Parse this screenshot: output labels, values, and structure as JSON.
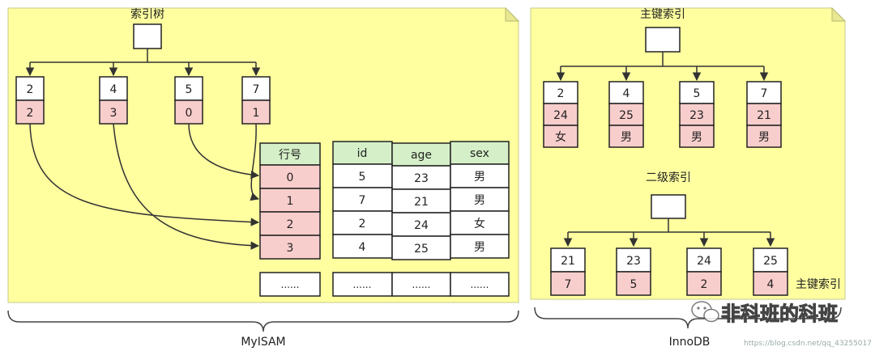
{
  "colors": {
    "note_fill": "#ffffa0",
    "note_stroke": "#b9b970",
    "pink": "#f8cecc",
    "green": "#d5f0c8",
    "line": "#333333",
    "brace": "#444444"
  },
  "myisam": {
    "tree_label": "索引树",
    "leaves": [
      {
        "key": "2",
        "row": "2"
      },
      {
        "key": "4",
        "row": "3"
      },
      {
        "key": "5",
        "row": "0"
      },
      {
        "key": "7",
        "row": "1"
      }
    ],
    "rownum_header": "行号",
    "rownums": [
      "0",
      "1",
      "2",
      "3"
    ],
    "data_headers": [
      "id",
      "age",
      "sex"
    ],
    "data_rows": [
      [
        "5",
        "23",
        "男"
      ],
      [
        "7",
        "21",
        "男"
      ],
      [
        "2",
        "24",
        "女"
      ],
      [
        "4",
        "25",
        "男"
      ]
    ],
    "ellipsis": "......",
    "label": "MyISAM"
  },
  "innodb": {
    "primary_label": "主键索引",
    "primary_leaves": [
      {
        "key": "2",
        "age": "24",
        "sex": "女"
      },
      {
        "key": "4",
        "age": "25",
        "sex": "男"
      },
      {
        "key": "5",
        "age": "23",
        "sex": "男"
      },
      {
        "key": "7",
        "age": "21",
        "sex": "男"
      }
    ],
    "secondary_label": "二级索引",
    "secondary_leaves": [
      {
        "key": "21",
        "pk": "7"
      },
      {
        "key": "23",
        "pk": "5"
      },
      {
        "key": "24",
        "pk": "2"
      },
      {
        "key": "25",
        "pk": "4"
      }
    ],
    "pk_annotation": "主键索引",
    "label": "InnoDB"
  },
  "watermark": {
    "brand": "非科班的科班",
    "url": "https://blog.csdn.net/qq_43255017"
  }
}
